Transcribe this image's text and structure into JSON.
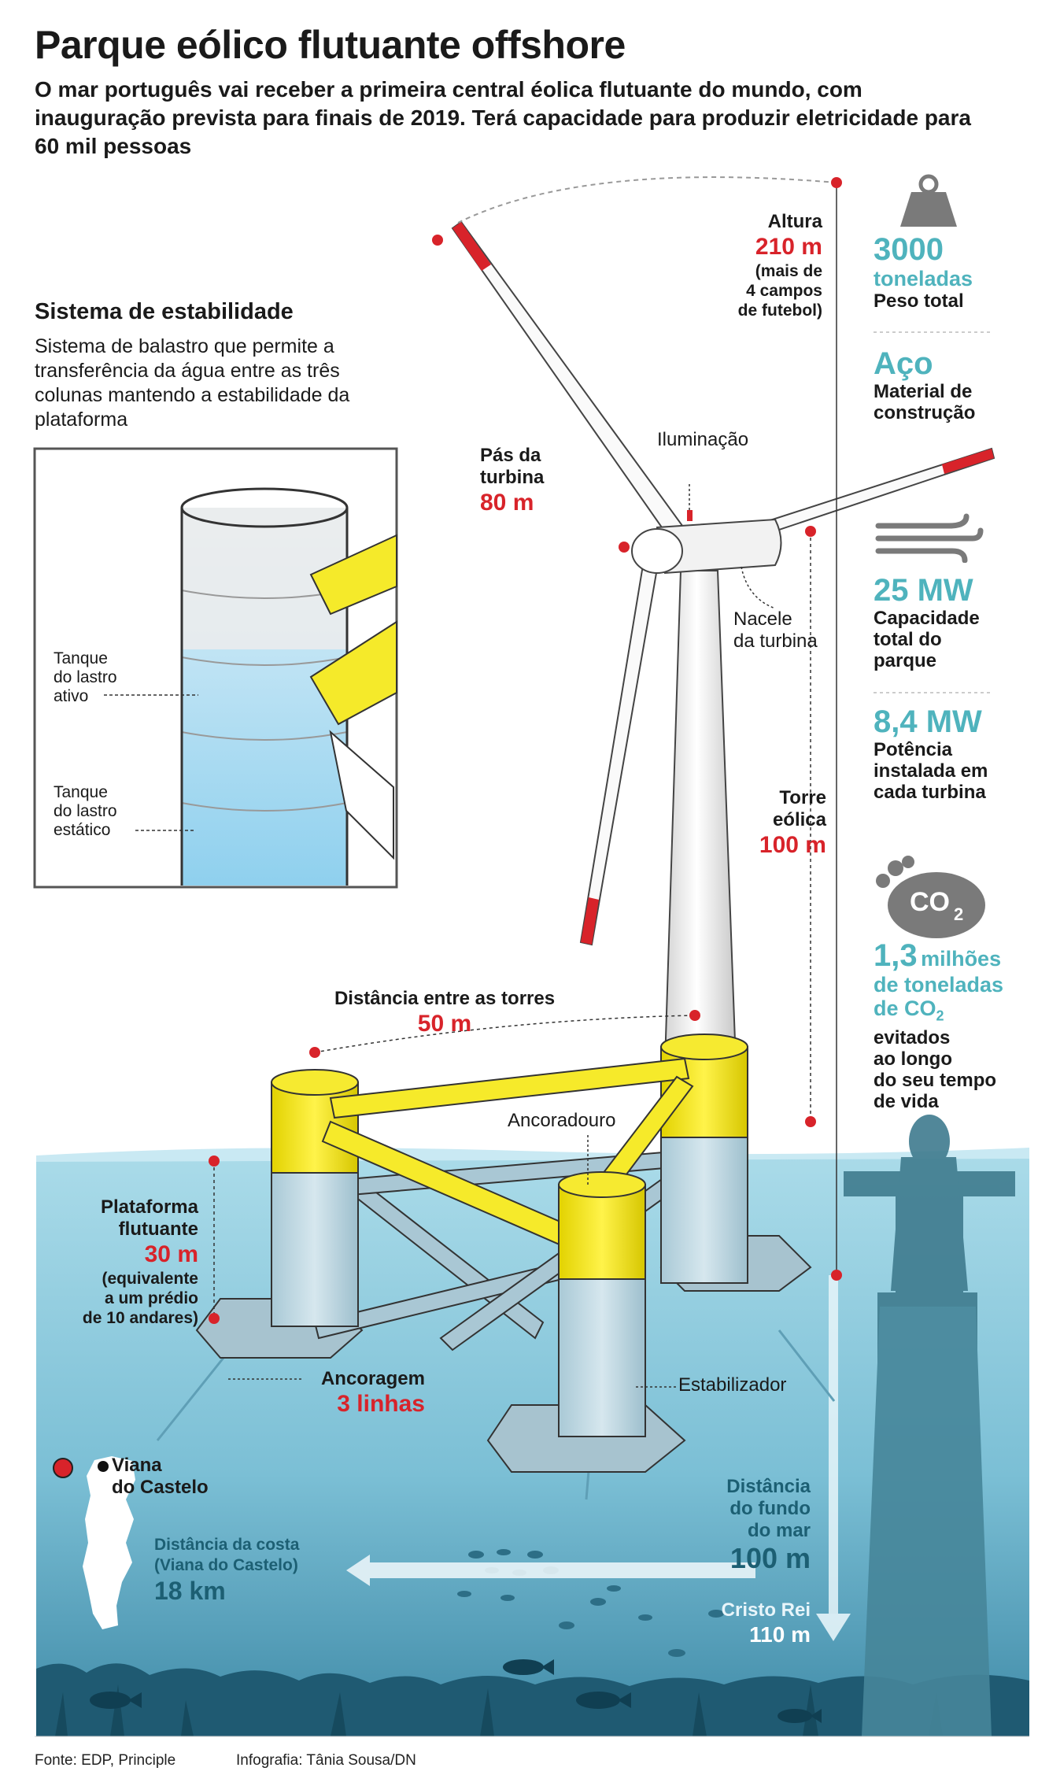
{
  "header": {
    "title": "Parque eólico flutuante offshore",
    "subtitle": "O mar português vai receber a primeira central éolica flutuante do mundo, com inauguração prevista para finais de 2019. Terá capacidade para produzir eletricidade para 60 mil pessoas"
  },
  "stability": {
    "title": "Sistema de estabilidade",
    "text": "Sistema de balastro que permite a transferência da água entre as três colunas mantendo a estabilidade da plataforma",
    "tank_active_1": "Tanque",
    "tank_active_2": "do lastro",
    "tank_active_3": "ativo",
    "tank_static_1": "Tanque",
    "tank_static_2": "do lastro",
    "tank_static_3": "estático"
  },
  "labels": {
    "height_label": "Altura",
    "height_value": "210 m",
    "height_note_1": "(mais de",
    "height_note_2": "4 campos",
    "height_note_3": "de futebol)",
    "blades_1": "Pás da",
    "blades_2": "turbina",
    "blades_value": "80 m",
    "lighting": "Iluminação",
    "nacelle_1": "Nacele",
    "nacelle_2": "da turbina",
    "tower_1": "Torre",
    "tower_2": "eólica",
    "tower_value": "100 m",
    "distance_towers": "Distância entre as torres",
    "distance_towers_value": "50 m",
    "anchor_point": "Ancoradouro",
    "platform_1": "Plataforma",
    "platform_2": "flutuante",
    "platform_value": "30 m",
    "platform_note_1": "(equivalente",
    "platform_note_2": "a um prédio",
    "platform_note_3": "de 10 andares)",
    "mooring": "Ancoragem",
    "mooring_value": "3 linhas",
    "stabilizer": "Estabilizador",
    "city_1": "Viana",
    "city_2": "do Castelo",
    "coast_1": "Distância da costa",
    "coast_2": "(Viana do Castelo)",
    "coast_value": "18 km",
    "seabed_1": "Distância",
    "seabed_2": "do fundo",
    "seabed_3": "do mar",
    "seabed_value": "100 m",
    "cristo": "Cristo Rei",
    "cristo_value": "110 m"
  },
  "facts": {
    "weight_value": "3000",
    "weight_unit": "toneladas",
    "weight_label": "Peso total",
    "material_value": "Aço",
    "material_label_1": "Material de",
    "material_label_2": "construção",
    "capacity_value": "25 MW",
    "capacity_label_1": "Capacidade",
    "capacity_label_2": "total do",
    "capacity_label_3": "parque",
    "power_value": "8,4 MW",
    "power_label_1": "Potência",
    "power_label_2": "instalada em",
    "power_label_3": "cada turbina",
    "co2_icon_text": "CO",
    "co2_icon_sub": "2",
    "co2_value": "1,3",
    "co2_unit_1": "milhões",
    "co2_unit_2": "de toneladas",
    "co2_unit_3": "de CO",
    "co2_unit_sub": "2",
    "co2_label_1": "evitados",
    "co2_label_2": "ao longo",
    "co2_label_3": "do seu tempo",
    "co2_label_4": "de vida"
  },
  "footer": {
    "source": "Fonte: EDP, Principle",
    "credit": "Infografia: Tânia Sousa/DN"
  },
  "colors": {
    "accent_red": "#d8232a",
    "teal": "#4fb3bd",
    "sea": "#8ecfe2",
    "sea_deep": "#4a98b4",
    "platform_yellow": "#f2e500",
    "structure_gray": "#b9cfd8"
  },
  "icons": [
    "weight-icon",
    "wind-icon",
    "co2-cloud-icon",
    "location-dot-icon"
  ]
}
